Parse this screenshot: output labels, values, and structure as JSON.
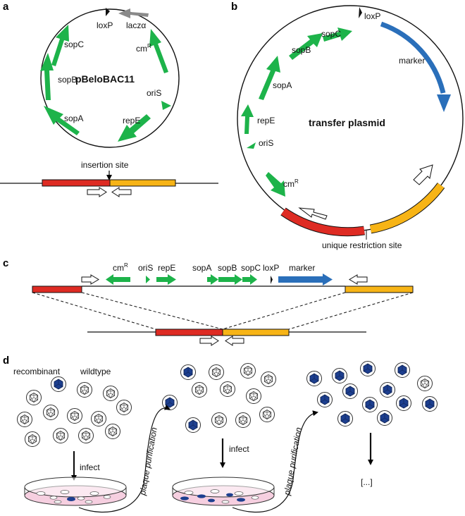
{
  "colors": {
    "green": "#1db34a",
    "blue": "#2a6fba",
    "red": "#de2b23",
    "orange": "#f7b416",
    "gray": "#8a8a8a",
    "dish_pink": "#f6cfe0",
    "virus_blue": "#1d3f8f"
  },
  "panels": {
    "a": "a",
    "b": "b",
    "c": "c",
    "d": "d"
  },
  "panel_a": {
    "plasmid_name": "pBeloBAC11",
    "loxp": "loxP",
    "lacz": "laczα",
    "cm": "cm",
    "cm_sup": "R",
    "oris": "oriS",
    "repe": "repE",
    "sopa": "sopA",
    "sopb": "sopB",
    "sopc": "sopC",
    "insertion_site": "insertion site"
  },
  "panel_b": {
    "plasmid_name": "transfer plasmid",
    "sopc": "sopC",
    "loxp": "loxP",
    "sopb": "sopB",
    "sopa": "sopA",
    "marker": "marker",
    "repe": "repE",
    "oris": "oriS",
    "cm": "cm",
    "cm_sup": "R",
    "unique_site": "unique restriction site"
  },
  "panel_c": {
    "cm": "cm",
    "cm_sup": "R",
    "oris": "oriS",
    "repe": "repE",
    "sopa": "sopA",
    "sopb": "sopB",
    "sopc": "sopC",
    "loxp": "loxP",
    "marker": "marker"
  },
  "panel_d": {
    "recombinant": "recombinant",
    "wildtype": "wildtype",
    "infect_1": "infect",
    "infect_2": "infect",
    "plaque_1": "plaque purification",
    "plaque_2": "plaque purification",
    "ellipsis": "[...]"
  }
}
